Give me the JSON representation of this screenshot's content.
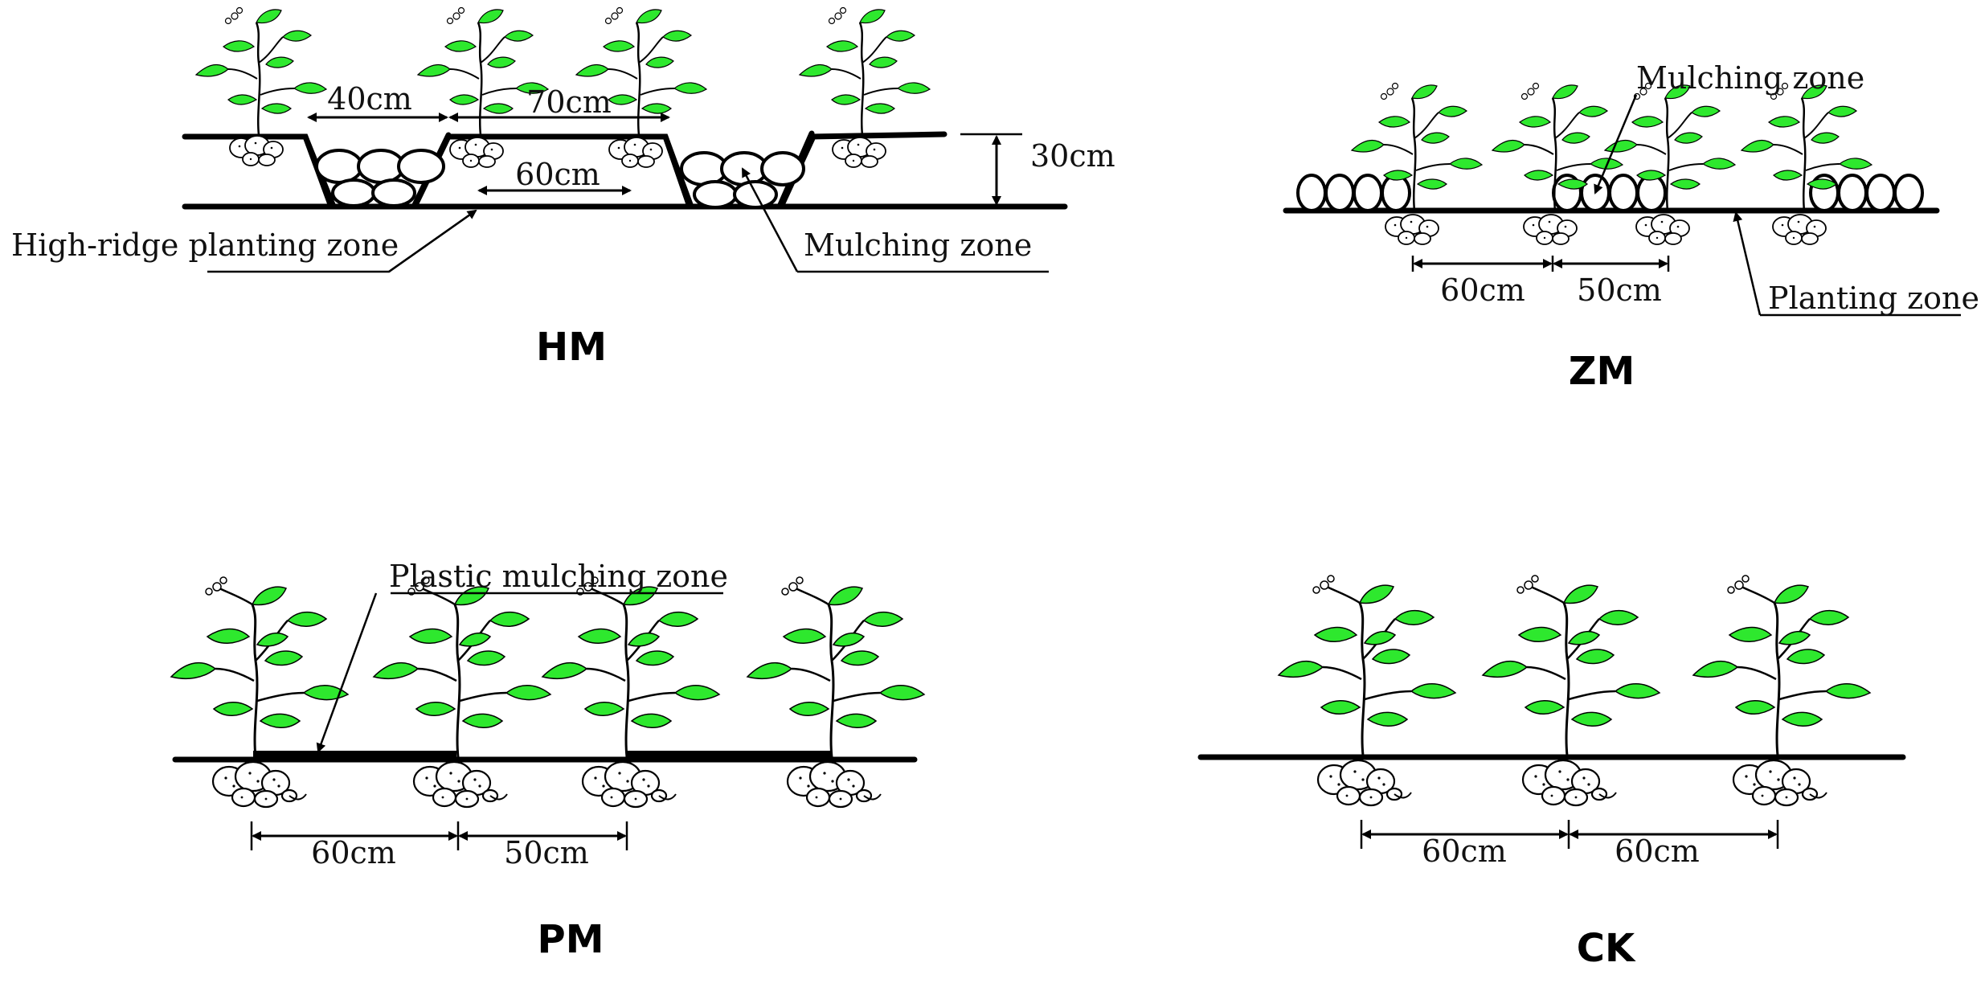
{
  "colors": {
    "leaf": "#2ee82e",
    "line": "#000000",
    "background": "#ffffff"
  },
  "panels": {
    "hm": {
      "title": "HM",
      "dim_furrow": "40cm",
      "dim_ridge_top": "70cm",
      "dim_ridge_base": "60cm",
      "dim_height": "30cm",
      "label_planting": "High-ridge planting zone",
      "label_mulching": "Mulching zone"
    },
    "zm": {
      "title": "ZM",
      "label_mulching": "Mulching zone",
      "label_planting": "Planting zone",
      "dim_a": "60cm",
      "dim_b": "50cm"
    },
    "pm": {
      "title": "PM",
      "label_plastic": "Plastic mulching zone",
      "dim_a": "60cm",
      "dim_b": "50cm"
    },
    "ck": {
      "title": "CK",
      "dim_a": "60cm",
      "dim_b": "60cm"
    }
  }
}
